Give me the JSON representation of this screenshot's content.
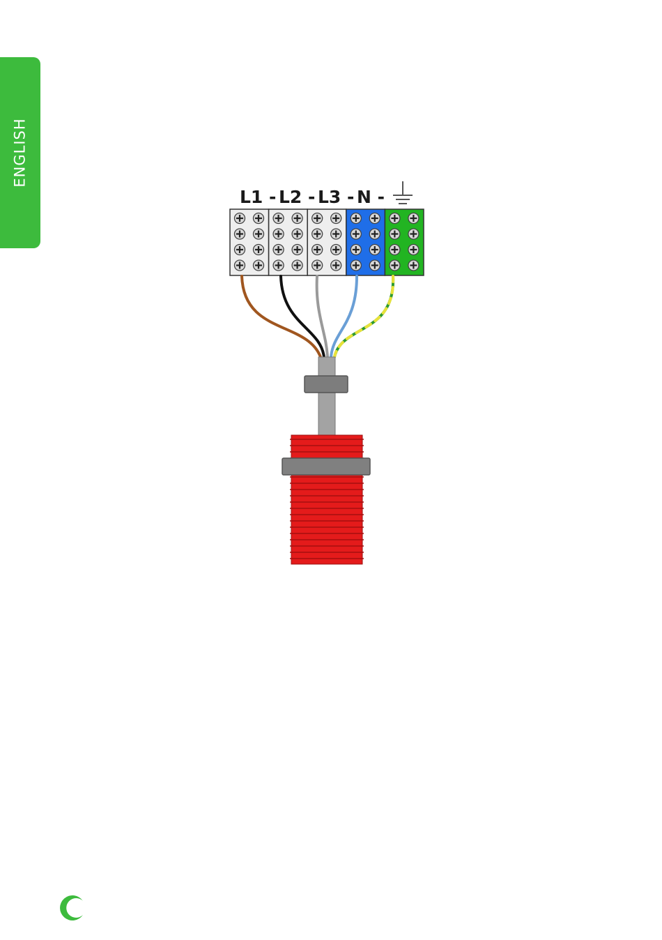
{
  "sidebar": {
    "language_tab": "ENGLISH",
    "tab_color": "#3dbb3d"
  },
  "diagram": {
    "terminals": [
      {
        "label": "L1 -",
        "color": "#eeeeee",
        "wire": "#a0561f"
      },
      {
        "label": "L2 -",
        "color": "#eeeeee",
        "wire": "#111111"
      },
      {
        "label": "L3 -",
        "color": "#eeeeee",
        "wire": "#9a9a9a"
      },
      {
        "label": "N -",
        "color": "#1f6ee8",
        "wire": "#6a9fd6"
      },
      {
        "label": "",
        "color": "#22b422",
        "wire": "#2e9a2e"
      }
    ],
    "earth_icon": "ground-symbol-icon",
    "conduit_color": "#e41b1b",
    "gland_color": "#808080"
  },
  "footer": {
    "logo_icon": "brand-crescent-logo-icon",
    "logo_color": "#3dbb3d"
  }
}
